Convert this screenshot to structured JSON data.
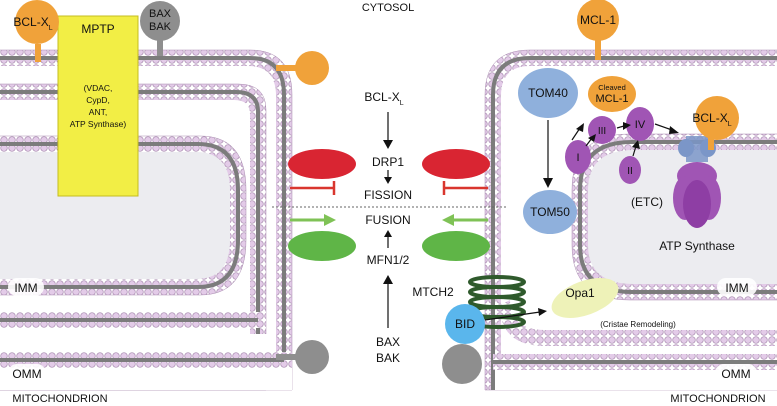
{
  "labels": {
    "cytosol": "CYTOSOL",
    "mitochondrion_left": "MITOCHONDRION",
    "mitochondrion_right": "MITOCHONDRION",
    "imm_left": "IMM",
    "omm_left": "OMM",
    "imm_right": "IMM",
    "omm_right": "OMM"
  },
  "left": {
    "bclxl_main": "BCL-X",
    "bclxl_sub": "L",
    "mptp": "MPTP",
    "mptp_components": [
      "(VDAC,",
      "CypD,",
      "ANT,",
      "ATP Synthase)"
    ],
    "bax": "BAX",
    "bak": "BAK"
  },
  "center": {
    "bclxl_main": "BCL-X",
    "bclxl_sub": "L",
    "drp1": "DRP1",
    "fission": "FISSION",
    "fusion": "FUSION",
    "mfn": "MFN1/2",
    "bax": "BAX",
    "bak": "BAK"
  },
  "right": {
    "mcl1": "MCL-1",
    "tom40": "TOM40",
    "tom50": "TOM50",
    "cleaved_top": "Cleaved",
    "cleaved_bottom": "MCL-1",
    "complex_i": "I",
    "complex_ii": "II",
    "complex_iii": "III",
    "complex_iv": "IV",
    "bclxl_main": "BCL-X",
    "bclxl_sub": "L",
    "etc": "(ETC)",
    "atp_synthase": "ATP Synthase",
    "mtch2": "MTCH2",
    "bid": "BID",
    "opa1": "Opa1",
    "cristae": "(Cristae Remodeling)"
  },
  "colors": {
    "membrane_head": "#e3cbe8",
    "membrane_head_stroke": "#a98bb0",
    "membrane_core": "#7c7c7c",
    "matrix": "#ececf0",
    "orange": "#f0a23a",
    "yellow": "#f2ee45",
    "gray": "#8e8e8e",
    "red": "#d92532",
    "green": "#5fb547",
    "blue": "#8fb0dc",
    "purple": "#a055b4",
    "bid": "#5ab6ec",
    "opa1": "#eef2b8",
    "mtch2": "#2f5a2c",
    "inhibit": "#d9362e",
    "promote": "#7fc256"
  }
}
